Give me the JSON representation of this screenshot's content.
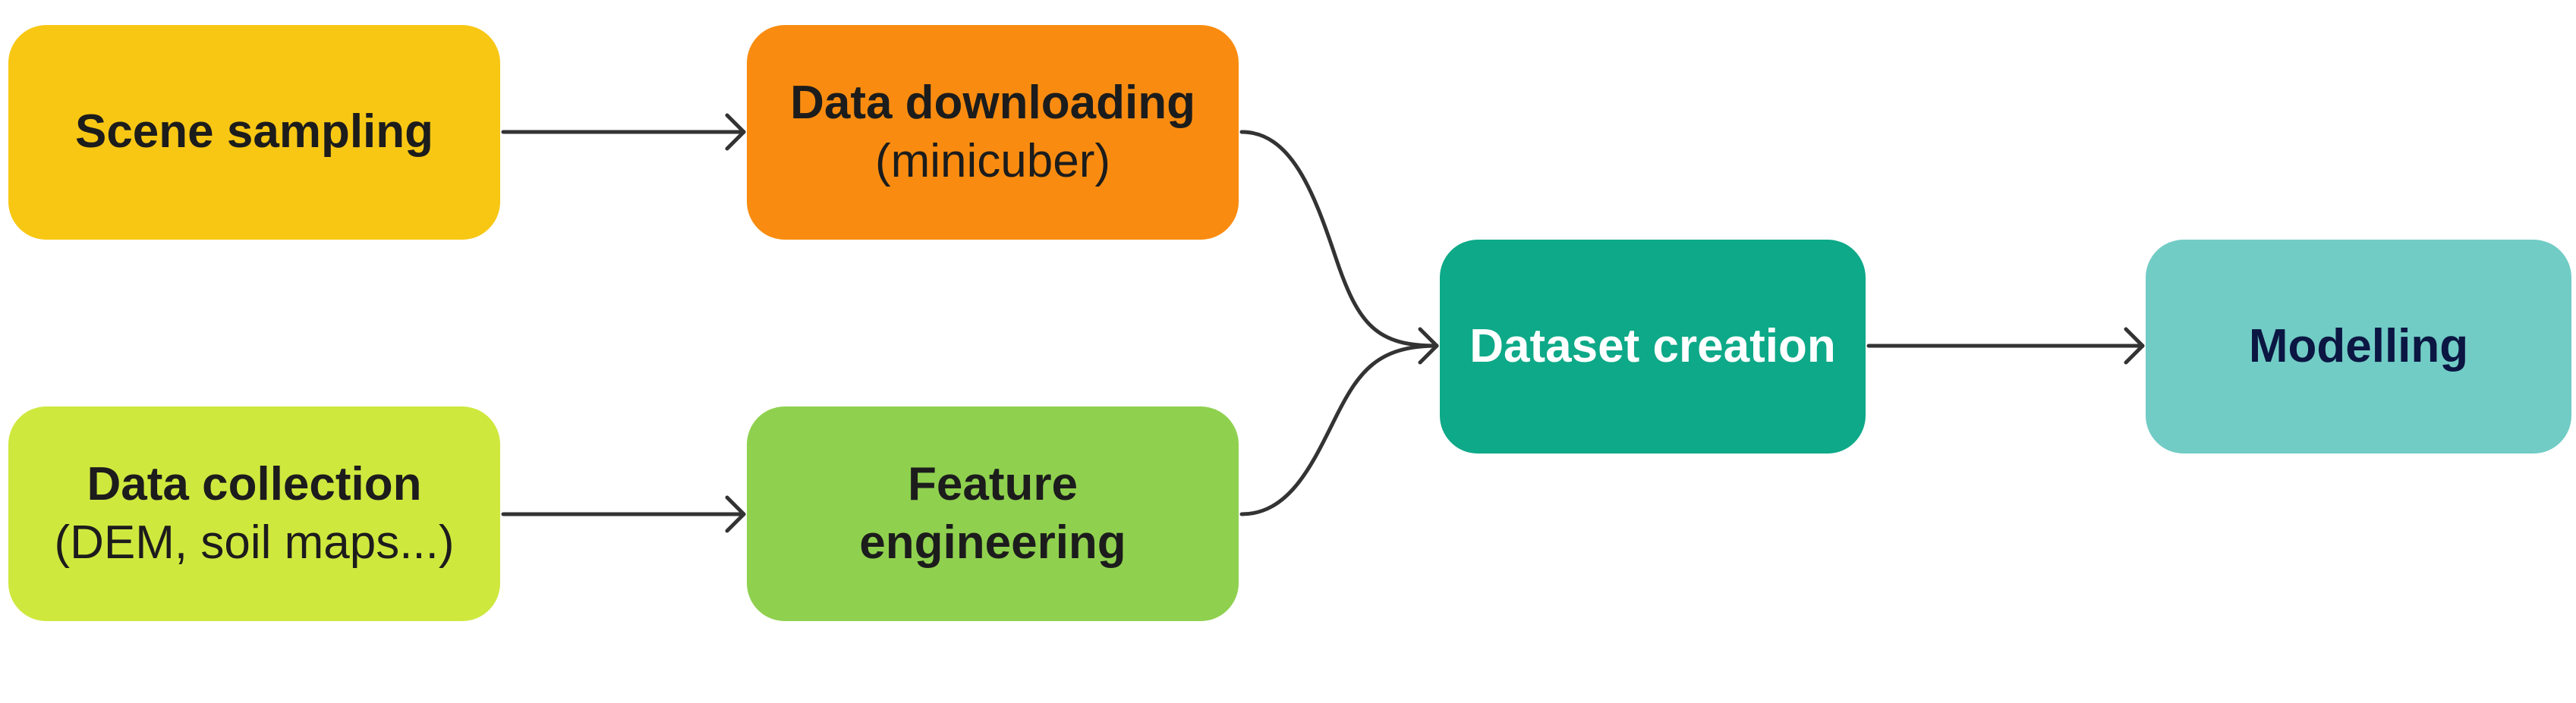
{
  "diagram": {
    "nodes": {
      "scene_sampling": {
        "title": "Scene sampling",
        "color": "#f8c714"
      },
      "data_downloading": {
        "title": "Data downloading",
        "subtitle": "(minicuber)",
        "color": "#f98c10"
      },
      "data_collection": {
        "title": "Data collection",
        "subtitle": "(DEM, soil maps...)",
        "color": "#cfe83e"
      },
      "feature_engineering": {
        "title_line1": "Feature",
        "title_line2": "engineering",
        "color": "#8fd14f"
      },
      "dataset_creation": {
        "title": "Dataset creation",
        "color": "#0da988"
      },
      "modelling": {
        "title": "Modelling",
        "color": "#71ccc5"
      }
    },
    "edges": [
      {
        "from": "scene_sampling",
        "to": "data_downloading"
      },
      {
        "from": "data_collection",
        "to": "feature_engineering"
      },
      {
        "from": "data_downloading",
        "to": "dataset_creation"
      },
      {
        "from": "feature_engineering",
        "to": "dataset_creation"
      },
      {
        "from": "dataset_creation",
        "to": "modelling"
      }
    ]
  }
}
